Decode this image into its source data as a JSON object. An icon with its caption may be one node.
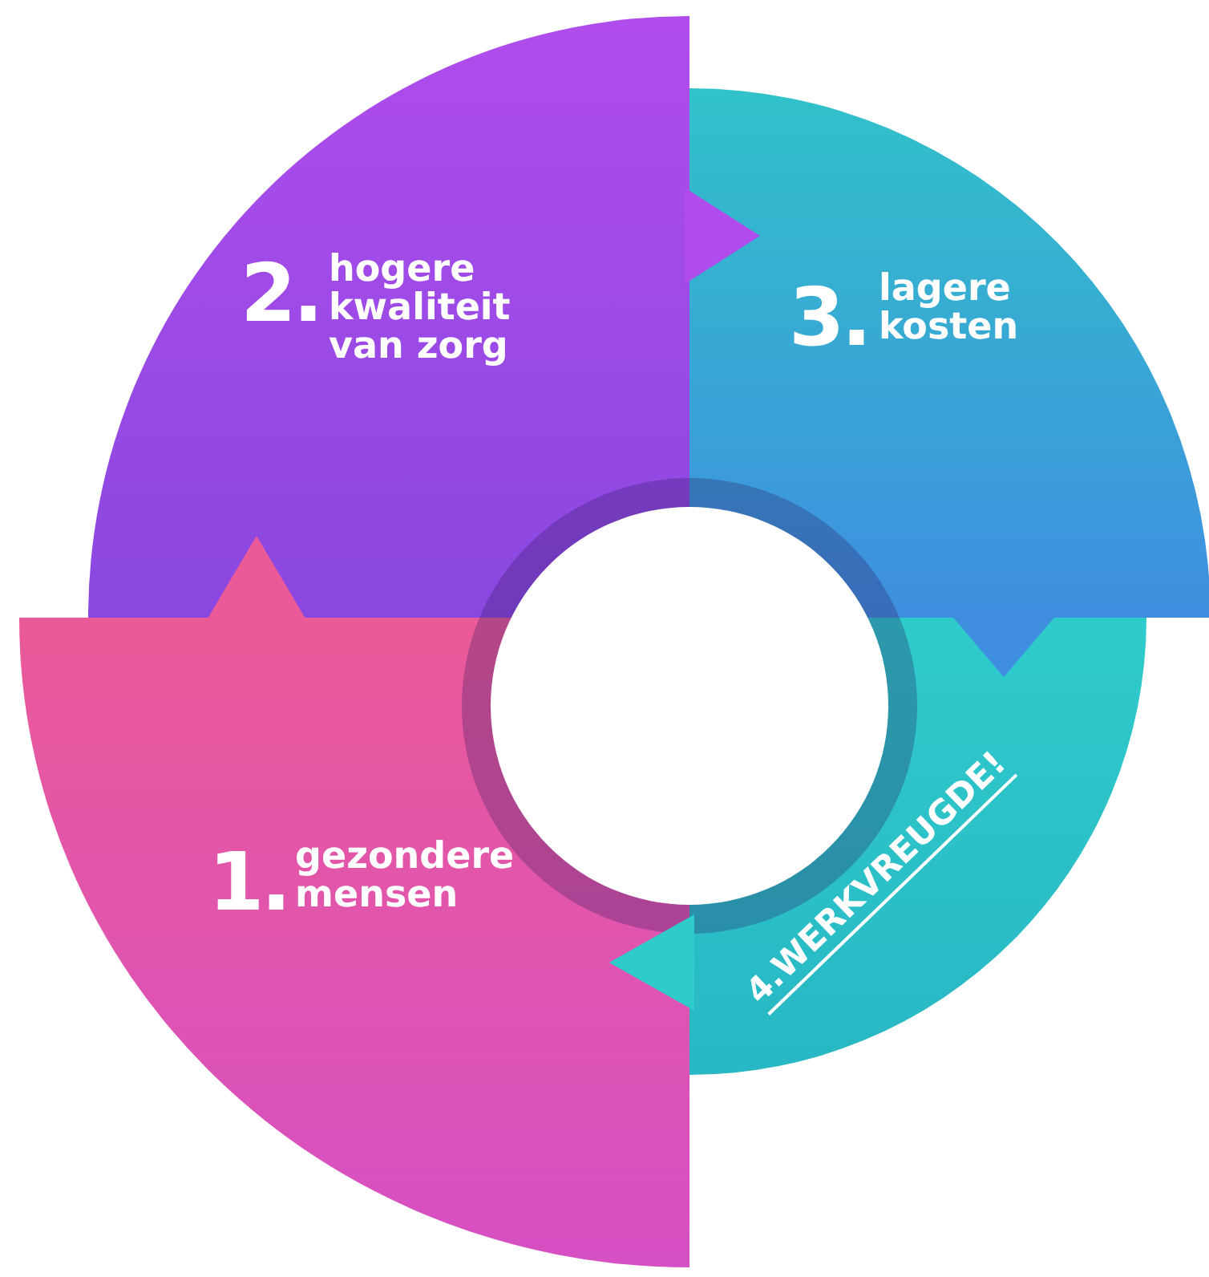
{
  "diagram": {
    "nodes": [
      {
        "text": [
          "2.",
          "hogere kwaliteit van zorg"
        ]
      },
      {
        "text": [
          "3.",
          "lagere kosten"
        ]
      },
      {
        "text": [
          "1.",
          "gezondere mensen"
        ]
      },
      {
        "text": [
          "4.WERKVREUGDE!"
        ]
      }
    ],
    "edges": [
      {
        "from": 2,
        "to": 0,
        "arrow": "to"
      },
      {
        "from": 0,
        "to": 1,
        "arrow": "to"
      },
      {
        "from": 1,
        "to": 3,
        "arrow": "to"
      },
      {
        "from": 3,
        "to": 2,
        "arrow": "to"
      }
    ]
  }
}
